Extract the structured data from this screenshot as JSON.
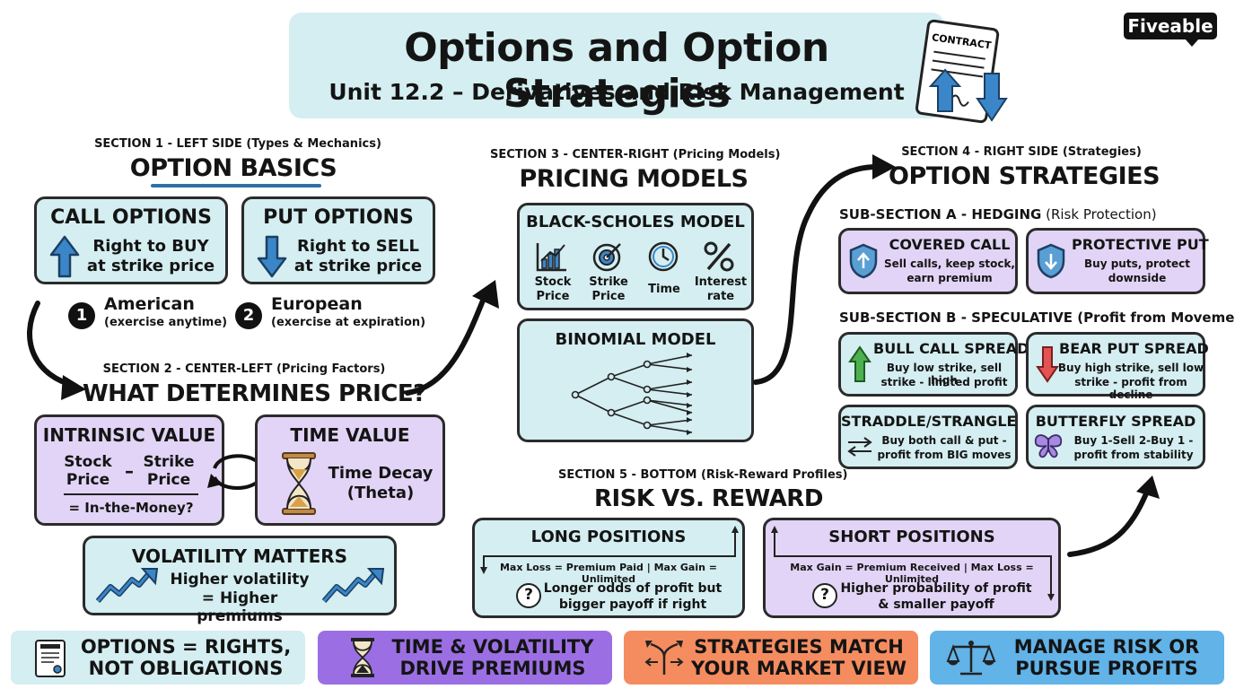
{
  "header": {
    "title": "Options and Option Strategies",
    "subtitle": "Unit 12.2 – Derivatives and Risk Management",
    "contract_label": "CONTRACT",
    "brand": "Fiveable"
  },
  "section1": {
    "label": "SECTION 1 - LEFT SIDE (Types & Mechanics)",
    "title": "OPTION BASICS",
    "call": {
      "title": "CALL OPTIONS",
      "line1": "Right to BUY",
      "line2": "at strike price"
    },
    "put": {
      "title": "PUT OPTIONS",
      "line1": "Right to SELL",
      "line2": "at strike price"
    },
    "styles": [
      {
        "num": "1",
        "name": "American",
        "desc": "(exercise anytime)"
      },
      {
        "num": "2",
        "name": "European",
        "desc": "(exercise at expiration)"
      }
    ]
  },
  "section2": {
    "label": "SECTION 2 - CENTER-LEFT (Pricing Factors)",
    "title": "WHAT DETERMINES PRICE?",
    "intrinsic": {
      "title": "INTRINSIC VALUE",
      "a1": "Stock",
      "a2": "Price",
      "op": "–",
      "b1": "Strike",
      "b2": "Price",
      "result": "= In-the-Money?"
    },
    "time": {
      "title": "TIME VALUE",
      "line1": "Time Decay",
      "line2": "(Theta)"
    },
    "volatility": {
      "title": "VOLATILITY MATTERS",
      "line1": "Higher volatility",
      "line2": "= Higher premiums"
    }
  },
  "section3": {
    "label": "SECTION 3 - CENTER-RIGHT (Pricing Models)",
    "title": "PRICING MODELS",
    "black_scholes": {
      "title": "BLACK-SCHOLES MODEL",
      "inputs": [
        {
          "icon": "bar-chart-icon",
          "l1": "Stock",
          "l2": "Price"
        },
        {
          "icon": "target-icon",
          "l1": "Strike",
          "l2": "Price"
        },
        {
          "icon": "clock-icon",
          "l1": "Time",
          "l2": ""
        },
        {
          "icon": "percent-icon",
          "l1": "Interest",
          "l2": "rate"
        }
      ]
    },
    "binomial": {
      "title": "BINOMIAL MODEL"
    }
  },
  "section4": {
    "label": "SECTION 4 - RIGHT SIDE (Strategies)",
    "title": "OPTION STRATEGIES",
    "sub_a": {
      "label_bold": "SUB-SECTION A - HEDGING",
      "label_rest": " (Risk Protection)",
      "cards": [
        {
          "title": "COVERED CALL",
          "line1": "Sell calls, keep stock,",
          "line2": "earn premium"
        },
        {
          "title": "PROTECTIVE PUT",
          "line1": "Buy puts, protect",
          "line2": "downside"
        }
      ]
    },
    "sub_b": {
      "label_bold": "SUB-SECTION B - SPECULATIVE",
      "label_rest": " (Profit from Movement)",
      "cards": [
        {
          "title": "BULL CALL SPREAD",
          "line1": "Buy low strike, sell high",
          "line2": "strike - limited profit"
        },
        {
          "title": "BEAR PUT SPREAD",
          "line1": "Buy high strike, sell low",
          "line2": "strike - profit from decline"
        },
        {
          "title": "STRADDLE/STRANGLE",
          "line1": "Buy both call & put -",
          "line2": "profit from BIG moves"
        },
        {
          "title": "BUTTERFLY SPREAD",
          "line1": "Buy 1-Sell 2-Buy 1 -",
          "line2": "profit from stability"
        }
      ]
    }
  },
  "section5": {
    "label": "SECTION 5 - BOTTOM (Risk-Reward Profiles)",
    "title": "RISK VS. REWARD",
    "long": {
      "title": "LONG POSITIONS",
      "metrics": "Max Loss = Premium Paid | Max Gain = Unlimited",
      "line1": "Longer odds of profit but",
      "line2": "bigger payoff if right"
    },
    "short": {
      "title": "SHORT POSITIONS",
      "metrics": "Max Gain = Premium Received | Max Loss = Unlimited",
      "line1": "Higher probability of profit",
      "line2": "& smaller payoff"
    }
  },
  "takeaways": [
    {
      "icon": "contract-icon",
      "line1": "OPTIONS = RIGHTS,",
      "line2": "NOT OBLIGATIONS",
      "color": "#d4eef1"
    },
    {
      "icon": "hourglass-icon",
      "line1": "TIME & VOLATILITY",
      "line2": "DRIVE PREMIUMS",
      "color": "#9b6fe3"
    },
    {
      "icon": "signpost-icon",
      "line1": "STRATEGIES MATCH",
      "line2": "YOUR MARKET VIEW",
      "color": "#f58c5f"
    },
    {
      "icon": "scales-icon",
      "line1": "MANAGE RISK OR",
      "line2": "PURSUE PROFITS",
      "color": "#61b3e8"
    }
  ],
  "colors": {
    "teal": "#d4eef1",
    "purple": "#e2d4f6",
    "blue_arrow": "#3a86c8",
    "green_arrow": "#4cb04f",
    "red_arrow": "#e45353"
  }
}
